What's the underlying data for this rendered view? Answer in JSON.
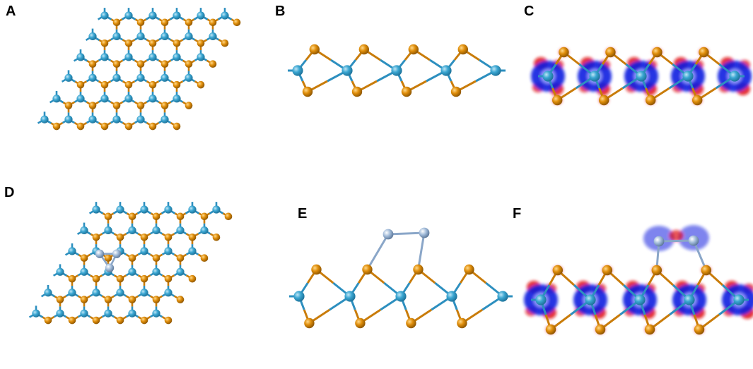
{
  "panels": [
    {
      "label": "A",
      "view": "top",
      "adsorbate": false,
      "density": false
    },
    {
      "label": "B",
      "view": "side",
      "adsorbate": false,
      "density": false
    },
    {
      "label": "C",
      "view": "side",
      "adsorbate": false,
      "density": true
    },
    {
      "label": "D",
      "view": "top",
      "adsorbate": true,
      "density": false
    },
    {
      "label": "E",
      "view": "side",
      "adsorbate": true,
      "density": false
    },
    {
      "label": "F",
      "view": "side",
      "adsorbate": true,
      "density": true
    }
  ],
  "colors": {
    "metal_atom": "#3aa6d2",
    "metal_bond": "#2d8fbf",
    "chalcogen_atom": "#e08e0b",
    "chalcogen_bond": "#c97c0a",
    "adsorbate_atom": "#9fb9d8",
    "adsorbate_bond": "#8aa6c8",
    "density_accumulation": "#e01010",
    "density_depletion": "#1020e0"
  }
}
